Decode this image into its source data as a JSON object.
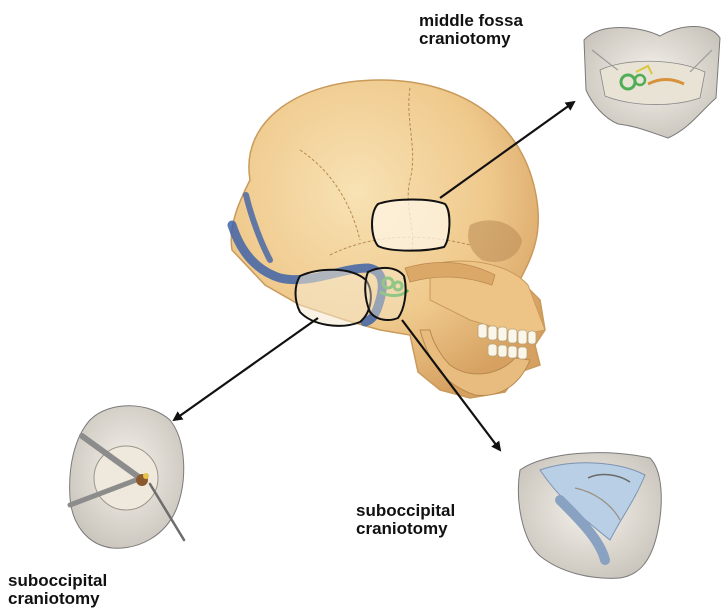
{
  "labels": {
    "middle_fossa": {
      "line1": "middle fossa",
      "line2": "craniotomy"
    },
    "suboccipital_right": {
      "line1": "suboccipital",
      "line2": "craniotomy"
    },
    "suboccipital_left": {
      "line1": "suboccipital",
      "line2": "craniotomy"
    }
  },
  "colors": {
    "bone": "#f1cf95",
    "bone_shadow": "#d9a765",
    "sinus_blue": "#3f63a8",
    "inner_ear_green": "#4fae55",
    "arrow": "#111111",
    "outline": "#111111"
  }
}
